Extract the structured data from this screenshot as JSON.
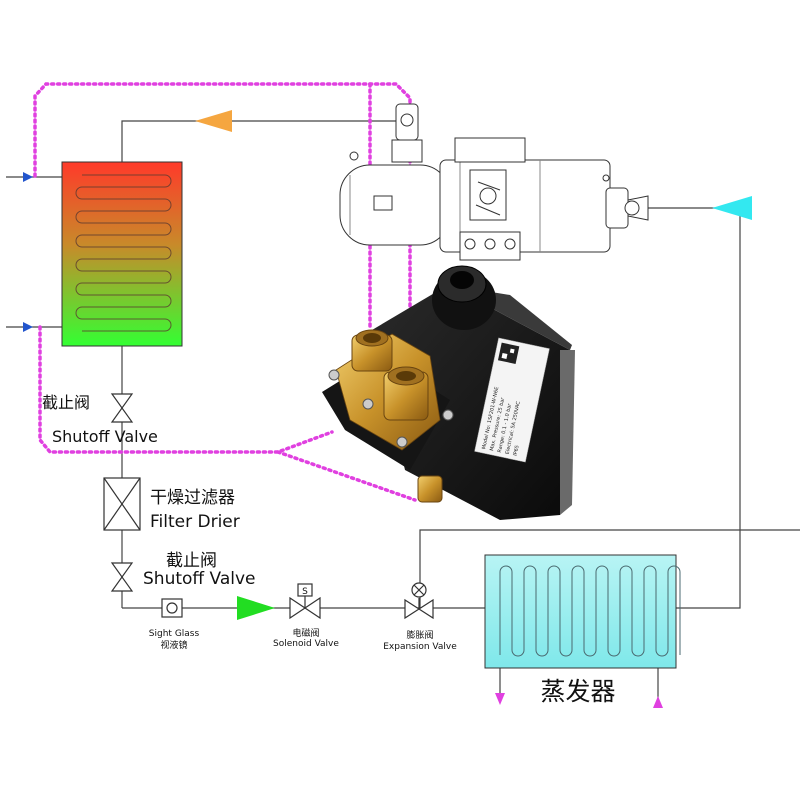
{
  "labels": {
    "shutoff1_cn": "截止阀",
    "shutoff1_en": "Shutoff Valve",
    "filter_cn": "干燥过滤器",
    "filter_en": "Filter Drier",
    "shutoff2_cn": "截止阀",
    "shutoff2_en": "Shutoff Valve",
    "sight_en": "Sight Glass",
    "sight_cn": "视液镜",
    "solenoid_cn": "电磁阀",
    "solenoid_en": "Solenoid Valve",
    "solenoid_symbol": "S",
    "expansion_cn": "膨胀阀",
    "expansion_en": "Expansion Valve",
    "evaporator_cn": "蒸发器"
  },
  "colors": {
    "pipe": "#444444",
    "condenser_top": "#ff3a2a",
    "condenser_bottom": "#33ff33",
    "evaporator": "#99f0f0",
    "pressure_line": "#e040e0",
    "arrow_orange": "#f5a640",
    "arrow_cyan": "#33e8f0",
    "arrow_green": "#22dd22",
    "arrow_inlet": "#2255cc"
  },
  "switch_nameplate": [
    "Model No: 1SF201-W-N6E",
    "Max. Pressure: 25 bar",
    "Range: 0.1 - 1.0 bar",
    "Electrical: 5A 250VAC",
    "IP65"
  ]
}
